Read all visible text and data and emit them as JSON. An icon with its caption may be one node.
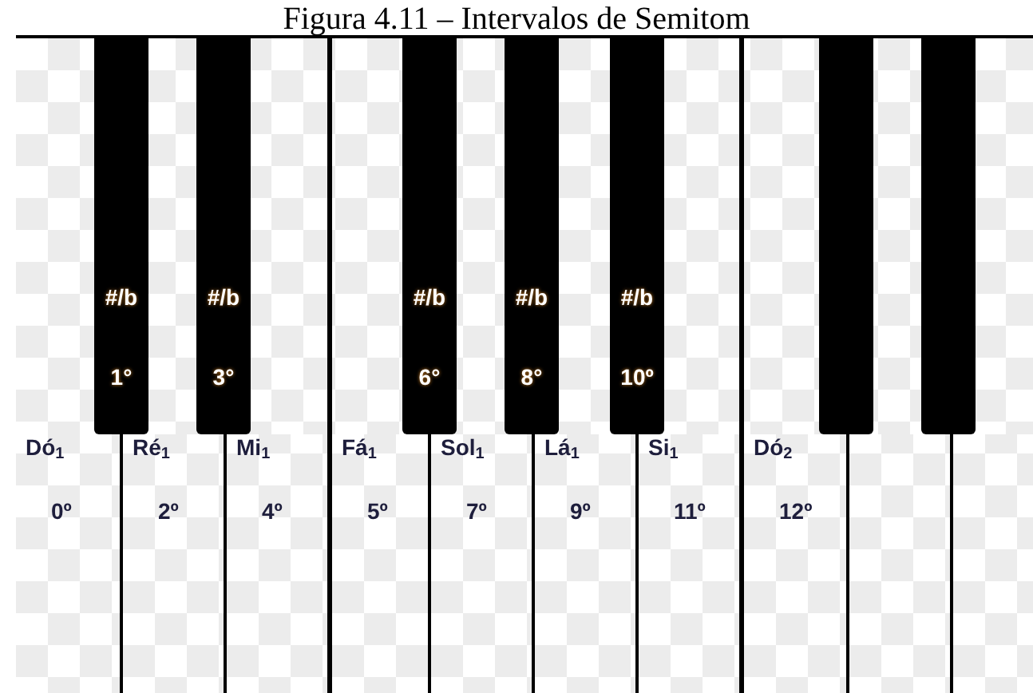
{
  "diagram": {
    "title": "Figura 4.11 – Intervalos de Semitom",
    "nodes": [
      {
        "text": [
          "Dó$_{1}$",
          "0º"
        ]
      },
      {
        "text": [
          "#/b",
          "1°"
        ]
      },
      {
        "text": [
          "Ré$_{1}$",
          "2º"
        ]
      },
      {
        "text": [
          "#/b",
          "3°"
        ]
      },
      {
        "text": [
          "Mi$_{1}$",
          "4º"
        ]
      },
      {
        "text": [
          "Fá$_{1}$",
          "5º"
        ]
      },
      {
        "text": [
          "#/b",
          "6°"
        ]
      },
      {
        "text": [
          "Sol$_{1}$",
          "7º"
        ]
      },
      {
        "text": [
          "#/b",
          "8°"
        ]
      },
      {
        "text": [
          "Lá$_{1}$",
          "9º"
        ]
      },
      {
        "text": [
          "#/b",
          "10º"
        ]
      },
      {
        "text": [
          "Si$_{1}$",
          "11º"
        ]
      },
      {
        "text": [
          "Dó$_{2}$",
          "12º"
        ]
      },
      {
        "text": [],
        "shape": "bar"
      },
      {
        "text": [],
        "shape": "box"
      },
      {
        "text": [],
        "shape": "bar"
      },
      {
        "text": [],
        "shape": "box"
      }
    ],
    "edges": []
  }
}
